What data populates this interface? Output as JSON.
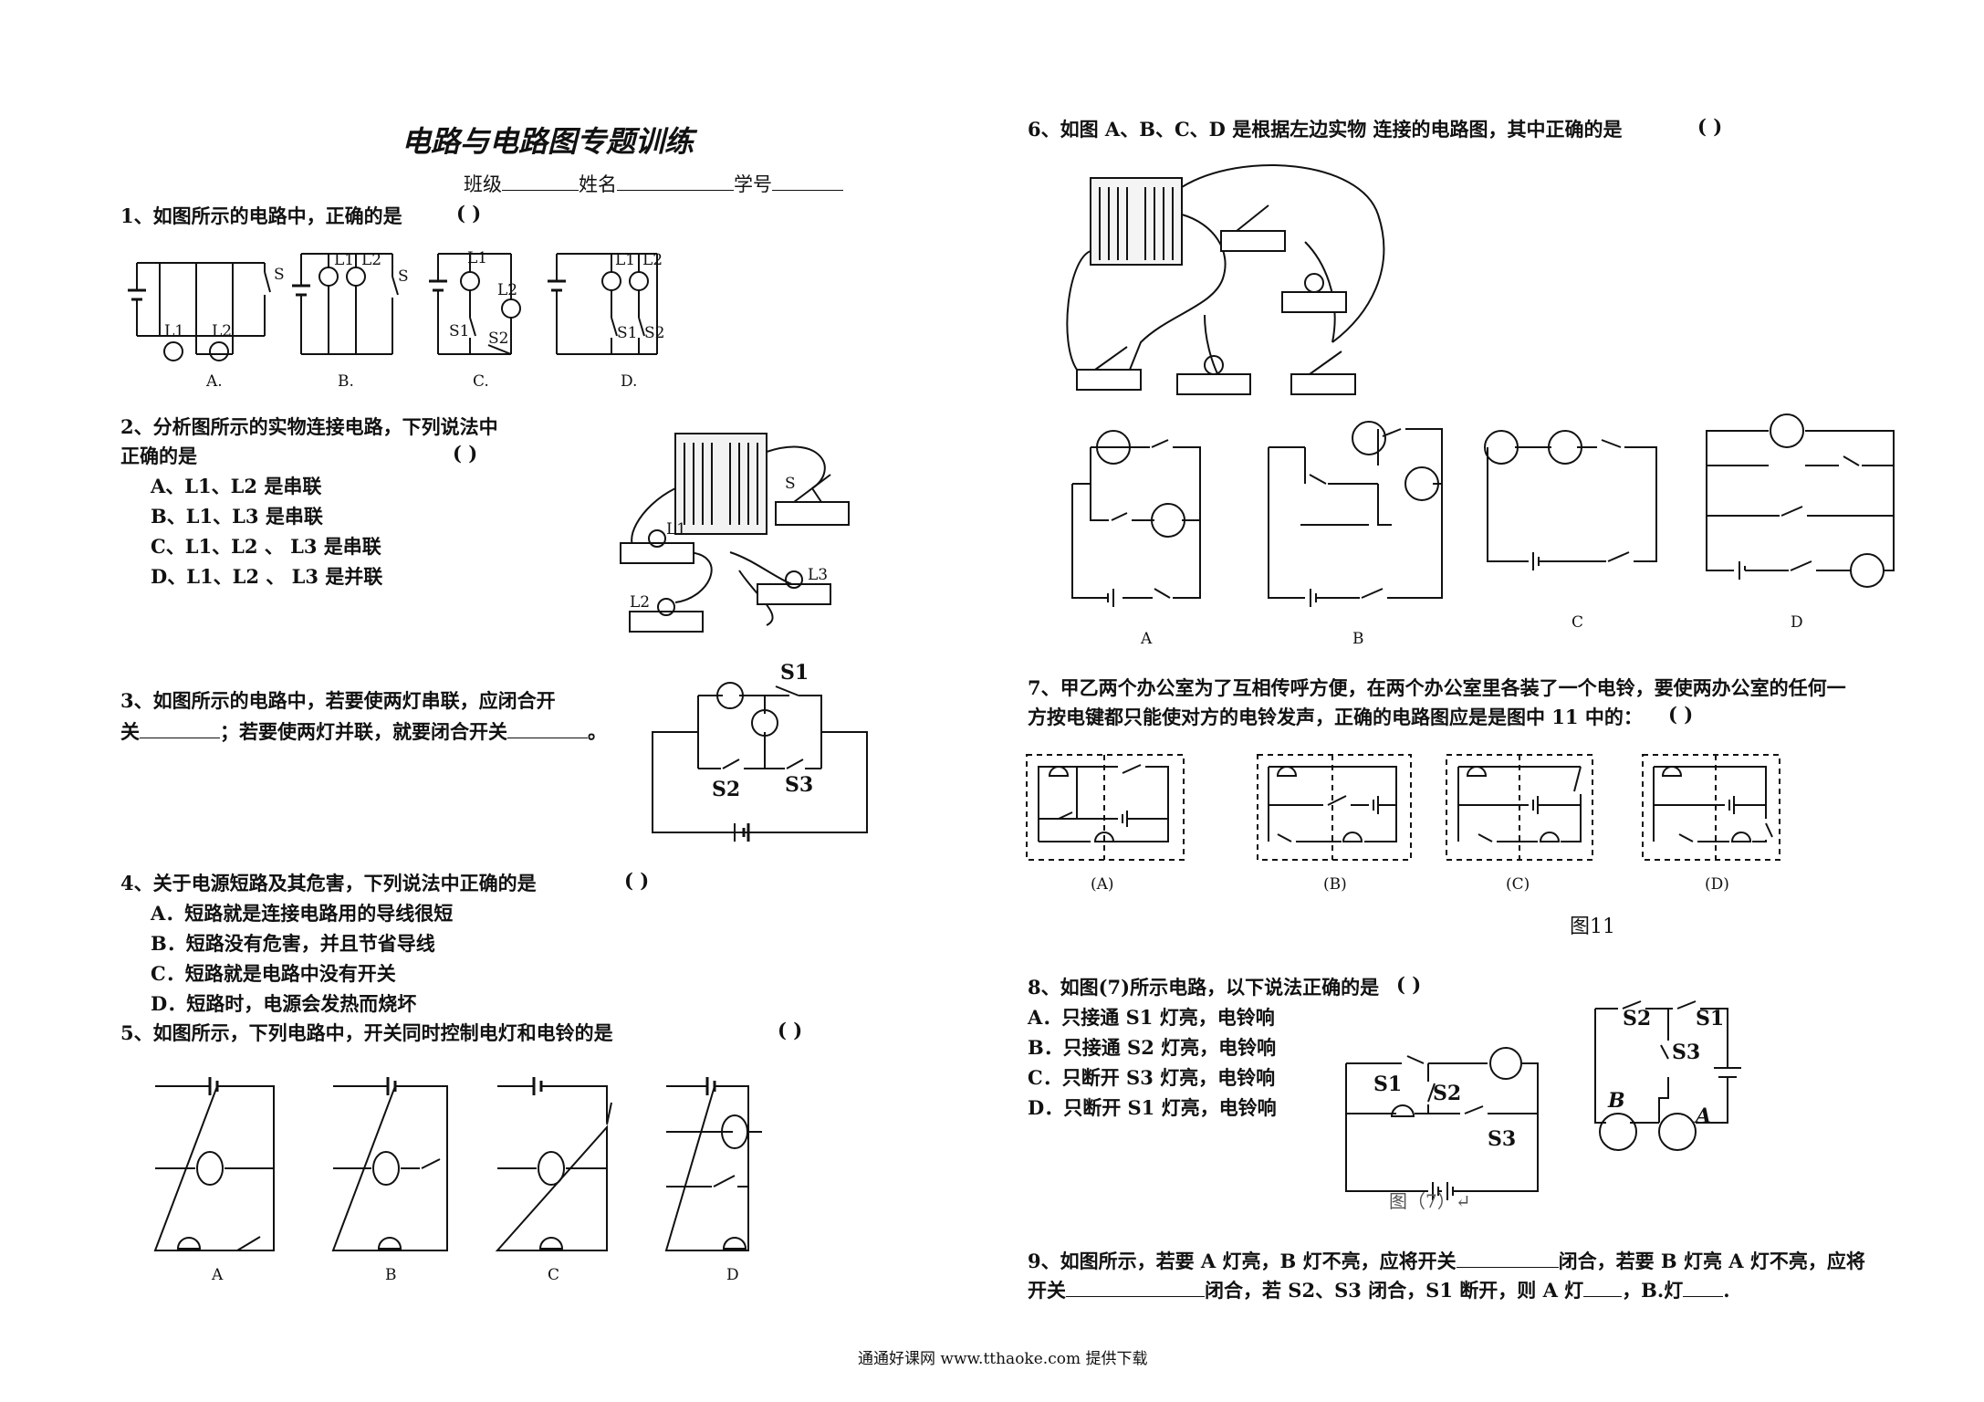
{
  "header": {
    "title": "电路与电路图专题训练",
    "class_label": "班级",
    "name_label": "姓名",
    "id_label": "学号"
  },
  "q1": {
    "text": "1、如图所示的电路中，正确的是",
    "paren": "(        )",
    "options": [
      "A.",
      "B.",
      "C.",
      "D."
    ],
    "labels": {
      "s": "S",
      "l1": "L1",
      "l2": "L2",
      "s1": "S1",
      "s2": "S2"
    }
  },
  "q2": {
    "text1": "2、分析图所示的实物连接电路，下列说法中",
    "text2": "正确的是",
    "paren": "(        )",
    "options": [
      "A、L1、L2 是串联",
      "B、L1、L3 是串联",
      "C、L1、L2 、 L3 是串联",
      "D、L1、L2 、 L3 是并联"
    ],
    "labels": {
      "s": "S",
      "l1": "L1",
      "l2": "L2",
      "l3": "L3"
    }
  },
  "q3": {
    "text1": "3、如图所示的电路中，若要使两灯串联，应闭合开",
    "text2a": "关",
    "text2b": "；若要使两灯并联，就要闭合开关",
    "text2c": "。",
    "labels": {
      "s1": "S1",
      "s2": "S2",
      "s3": "S3"
    }
  },
  "q4": {
    "text": "4、关于电源短路及其危害，下列说法中正确的是",
    "paren": "(        )",
    "options": [
      "A．短路就是连接电路用的导线很短",
      "B．短路没有危害，并且节省导线",
      "C．短路就是电路中没有开关",
      "D．短路时，电源会发热而烧坏"
    ]
  },
  "q5": {
    "text": "5、如图所示，下列电路中，开关同时控制电灯和电铃的是",
    "paren": "(        )",
    "options": [
      "A",
      "B",
      "C",
      "D"
    ]
  },
  "q6": {
    "text": "6、如图 A、B、C、D 是根据左边实物  连接的电路图，其中正确的是",
    "paren": "(        )",
    "options": [
      "A",
      "B",
      "C",
      "D"
    ]
  },
  "q7": {
    "text1": "7、甲乙两个办公室为了互相传呼方便，在两个办公室里各装了一个电铃，要使两办公室的任何一",
    "text2": "方按电键都只能使对方的电铃发声，正确的电路图应是是图中 11 中的：",
    "paren": "(        )",
    "options": [
      "(A)",
      "(B)",
      "(C)",
      "(D)"
    ],
    "caption": "图11"
  },
  "q8": {
    "text": "8、如图(7)所示电路，以下说法正确的是",
    "paren": "(        )",
    "options": [
      "A．只接通 S1 灯亮，电铃响",
      "B．只接通 S2 灯亮，电铃响",
      "C．只断开 S3 灯亮，电铃响",
      "D．只断开 S1 灯亮，电铃响"
    ],
    "caption": "图（7）↵",
    "labels": {
      "s1": "S1",
      "s2": "S2",
      "s3": "S3"
    }
  },
  "q9": {
    "text1a": "9、如图所示，若要 A 灯亮，B 灯不亮，应将开关",
    "text1b": "闭合，若要 B 灯亮 A 灯不亮，应将",
    "text2a": "开关",
    "text2b": "闭合，若 S2、S3 闭合，S1 断开，则 A 灯",
    "text2c": "，B.灯",
    "text2d": ".",
    "labels": {
      "s1": "S1",
      "s2": "S2",
      "s3": "S3",
      "a": "A",
      "b": "B"
    }
  },
  "footer": "通通好课网  www.tthaoke.com  提供下载"
}
